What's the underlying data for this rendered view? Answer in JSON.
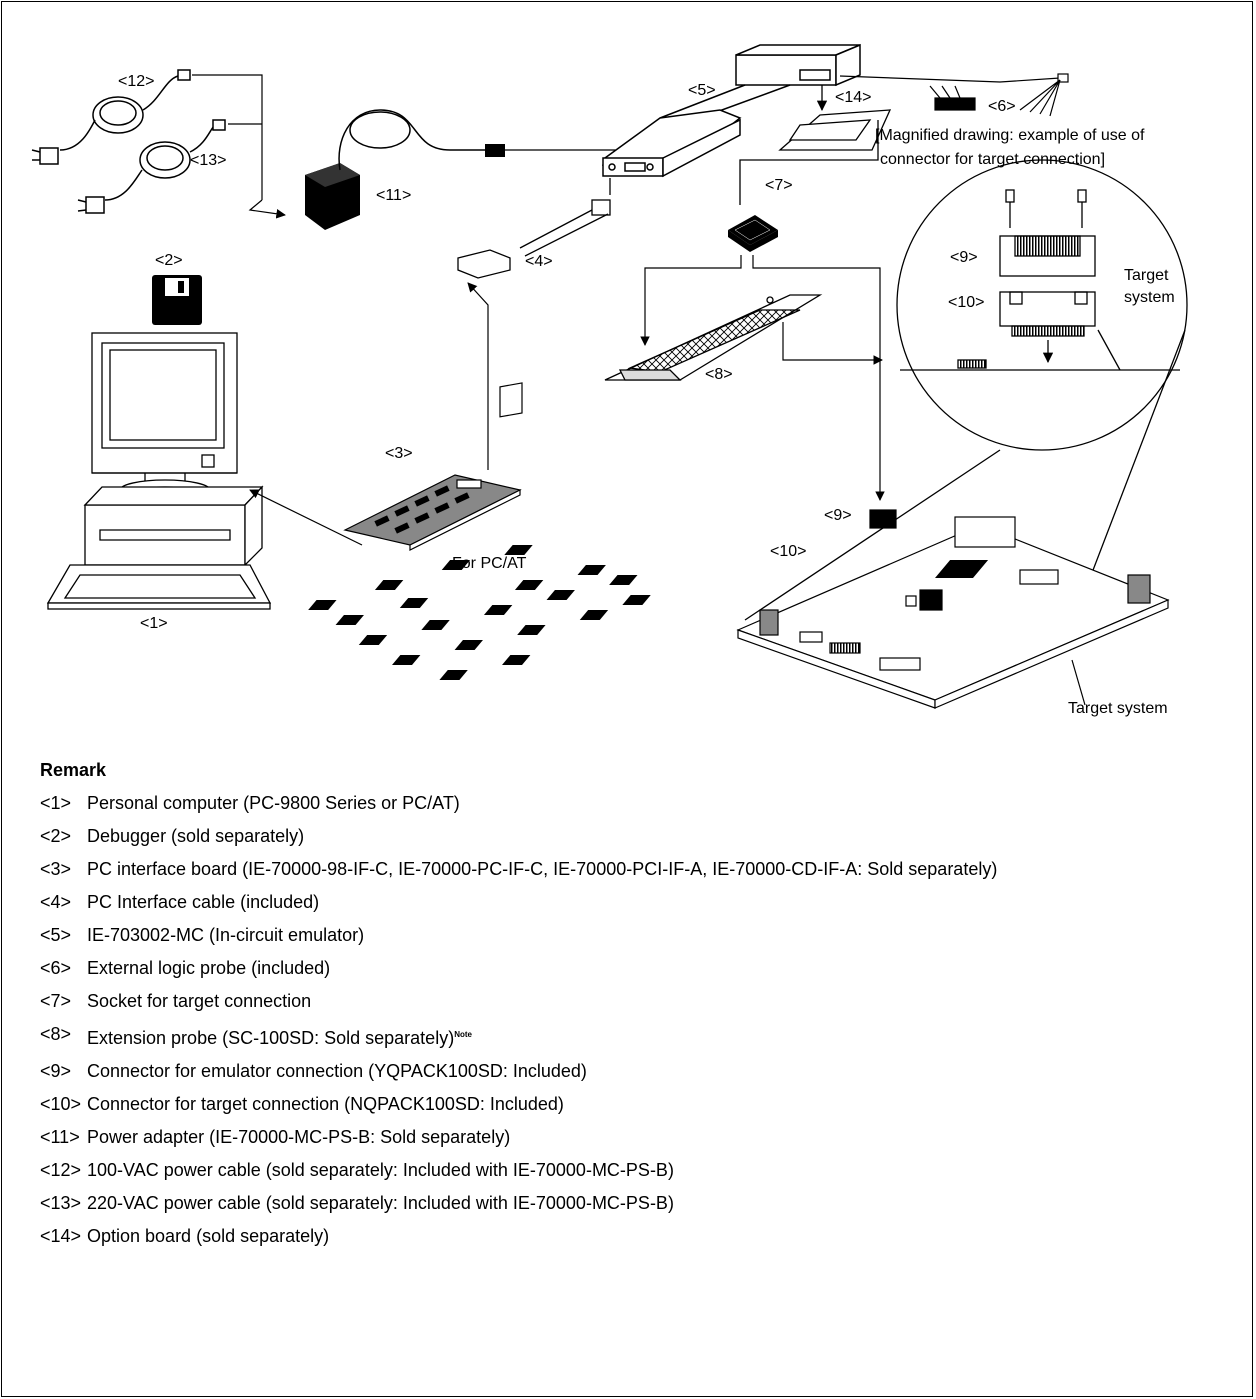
{
  "diagram": {
    "labels": {
      "l1": "<1>",
      "l2": "<2>",
      "l3": "<3>",
      "l4": "<4>",
      "l5": "<5>",
      "l6": "<6>",
      "l7": "<7>",
      "l8": "<8>",
      "l9": "<9>",
      "l10": "<10>",
      "l11": "<11>",
      "l12": "<12>",
      "l13": "<13>",
      "l14": "<14>",
      "l9m": "<9>",
      "l10m": "<10>"
    },
    "for_pcat": "For PC/AT",
    "magnified_line1": "[Magnified drawing: example of use of",
    "magnified_line2": "connector for target connection]",
    "target_system_inset_line1": "Target",
    "target_system_inset_line2": "system",
    "target_system_board": "Target system"
  },
  "remarks": {
    "title": "Remark",
    "note_sup": "Note",
    "items": [
      {
        "id": "<1>",
        "text": "Personal computer (PC-9800 Series or PC/AT)"
      },
      {
        "id": "<2>",
        "text": "Debugger (sold separately)"
      },
      {
        "id": "<3>",
        "text": "PC interface board (IE-70000-98-IF-C, IE-70000-PC-IF-C, IE-70000-PCI-IF-A, IE-70000-CD-IF-A: Sold separately)"
      },
      {
        "id": "<4>",
        "text": "PC Interface cable (included)"
      },
      {
        "id": "<5>",
        "text": "IE-703002-MC (In-circuit emulator)"
      },
      {
        "id": "<6>",
        "text": "External logic probe (included)"
      },
      {
        "id": "<7>",
        "text": "Socket for target connection"
      },
      {
        "id": "<8>",
        "text": "Extension probe (SC-100SD:  Sold separately)"
      },
      {
        "id": "<9>",
        "text": "Connector for emulator connection (YQPACK100SD: Included)"
      },
      {
        "id": "<10>",
        "text": "Connector for target connection (NQPACK100SD: Included)"
      },
      {
        "id": "<11>",
        "text": "Power adapter (IE-70000-MC-PS-B:  Sold separately)"
      },
      {
        "id": "<12>",
        "text": "100-VAC power cable (sold separately:  Included with IE-70000-MC-PS-B)"
      },
      {
        "id": "<13>",
        "text": "220-VAC power cable (sold separately:  Included with IE-70000-MC-PS-B)"
      },
      {
        "id": "<14>",
        "text": "Option board (sold separately)"
      }
    ]
  }
}
